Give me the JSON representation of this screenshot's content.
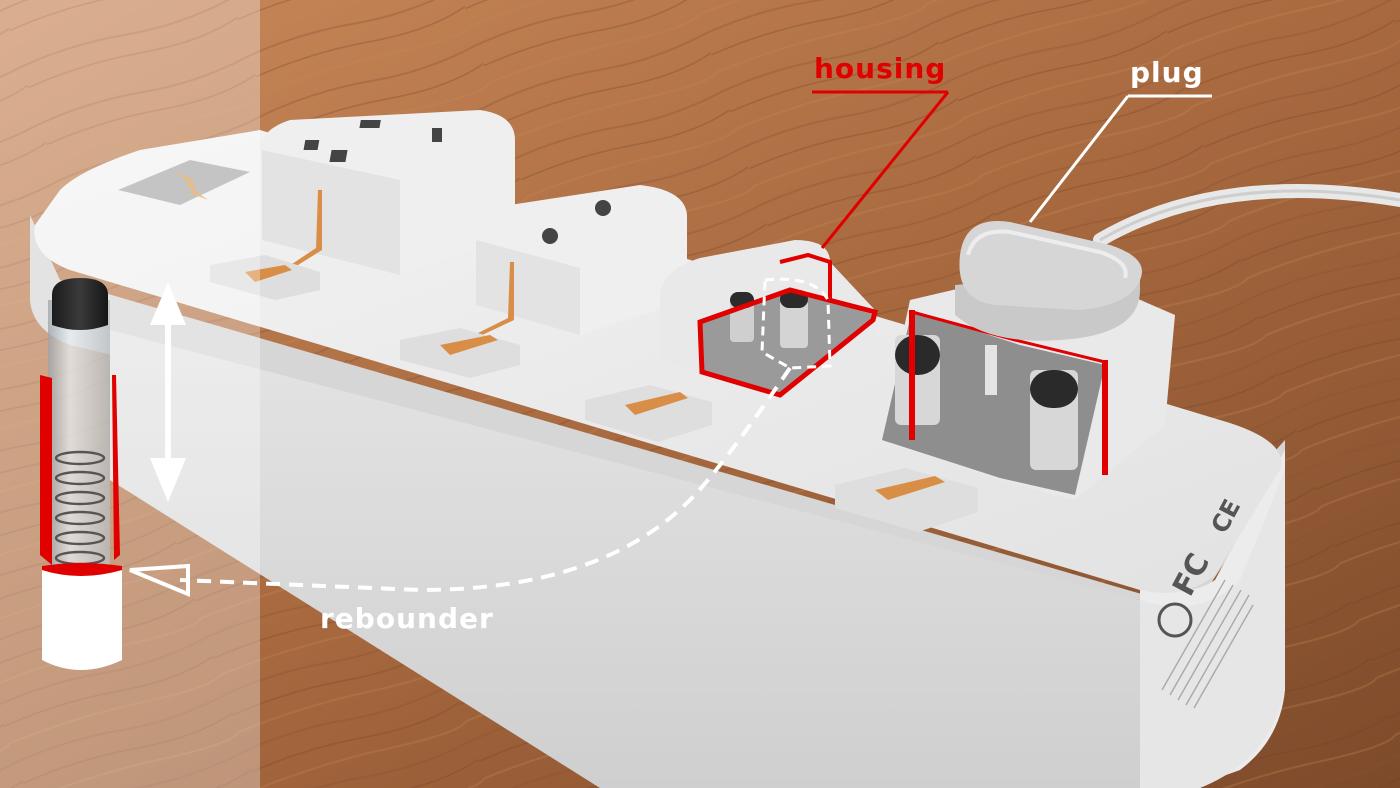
{
  "colors": {
    "table_wood": "#a8693f",
    "table_wood_dark": "#7d4a2a",
    "strip_body": "#e9e9e9",
    "strip_shadow": "#c9c9c9",
    "accent_red": "#e00000",
    "copper": "#d98e48",
    "label_white": "#ffffff"
  },
  "labels": {
    "housing": "housing",
    "plug": "plug",
    "rebounder": "rebounder"
  },
  "certification_marks": {
    "fcc": "FC",
    "ce": "CE"
  }
}
